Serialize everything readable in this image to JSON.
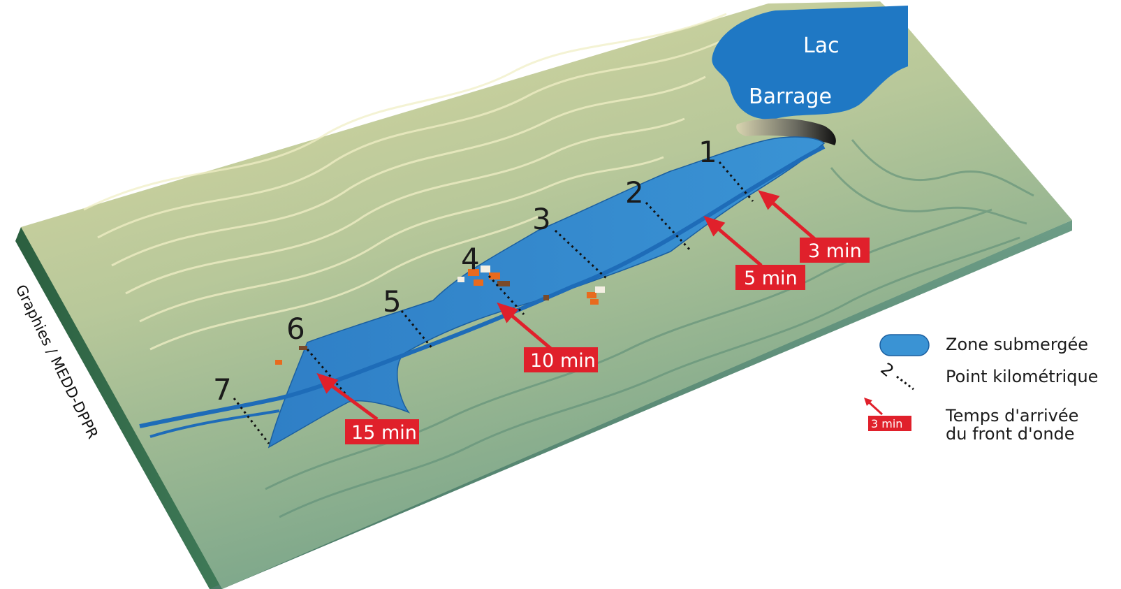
{
  "places": {
    "lake": "Lac",
    "dam": "Barrage"
  },
  "kilometer_points": [
    "1",
    "2",
    "3",
    "4",
    "5",
    "6",
    "7"
  ],
  "arrival_times": [
    "3 min",
    "5 min",
    "10 min",
    "15 min"
  ],
  "credit": "Graphies / MEDD-DPPR",
  "legend": {
    "flood_zone": "Zone submergée",
    "km_point": "Point kilométrique",
    "km_point_sample": "2",
    "arrival_line1": "Temps d'arrivée",
    "arrival_line2": "du front d'onde",
    "arrival_sample": "3 min"
  },
  "colors": {
    "water": "#2f86c8",
    "lake": "#1f78c4",
    "terrain_high": "#d9d7a0",
    "terrain_low": "#7fa98a",
    "side": "#2f6a4a",
    "arrow": "#e0202b"
  }
}
